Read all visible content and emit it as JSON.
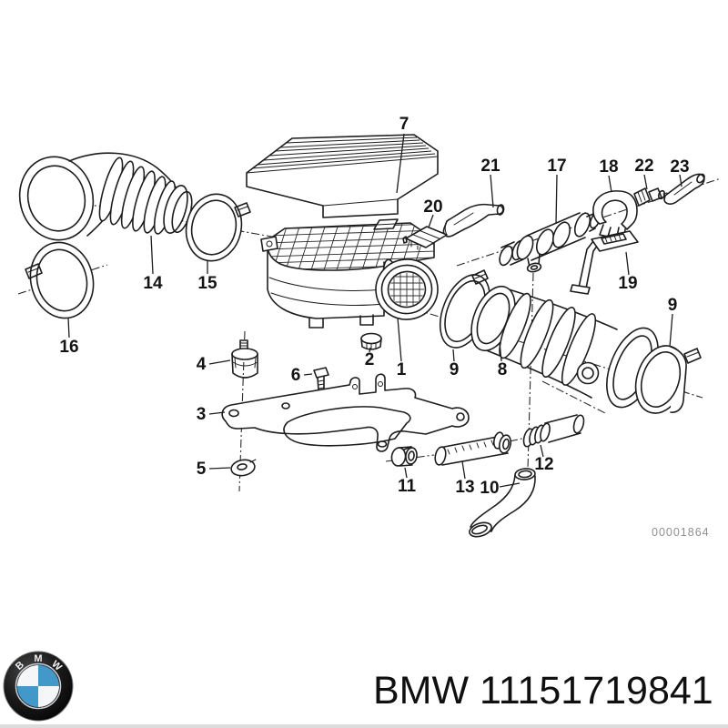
{
  "diagram": {
    "watermark": "00001864",
    "callouts": [
      {
        "id": "7",
        "label": "7"
      },
      {
        "id": "21",
        "label": "21"
      },
      {
        "id": "17",
        "label": "17"
      },
      {
        "id": "18",
        "label": "18"
      },
      {
        "id": "22",
        "label": "22"
      },
      {
        "id": "23",
        "label": "23"
      },
      {
        "id": "20",
        "label": "20"
      },
      {
        "id": "19",
        "label": "19"
      },
      {
        "id": "14",
        "label": "14"
      },
      {
        "id": "15",
        "label": "15"
      },
      {
        "id": "16",
        "label": "16"
      },
      {
        "id": "4",
        "label": "4"
      },
      {
        "id": "2",
        "label": "2"
      },
      {
        "id": "6",
        "label": "6"
      },
      {
        "id": "1",
        "label": "1"
      },
      {
        "id": "9-left",
        "label": "9"
      },
      {
        "id": "8",
        "label": "8"
      },
      {
        "id": "9-right",
        "label": "9"
      },
      {
        "id": "3",
        "label": "3"
      },
      {
        "id": "5",
        "label": "5"
      },
      {
        "id": "11",
        "label": "11"
      },
      {
        "id": "13",
        "label": "13"
      },
      {
        "id": "10",
        "label": "10"
      },
      {
        "id": "12",
        "label": "12"
      }
    ]
  },
  "footer": {
    "caption": "BMW 11151719841",
    "logo": {
      "letters": [
        "B",
        "M",
        "W"
      ],
      "ring_color": "#141414",
      "blue": "#4198c9",
      "white": "#f4f6f8"
    }
  },
  "colors": {
    "line": "#1d1d1d",
    "watermark": "#909090",
    "caption": "#101010",
    "background": "#ffffff"
  }
}
